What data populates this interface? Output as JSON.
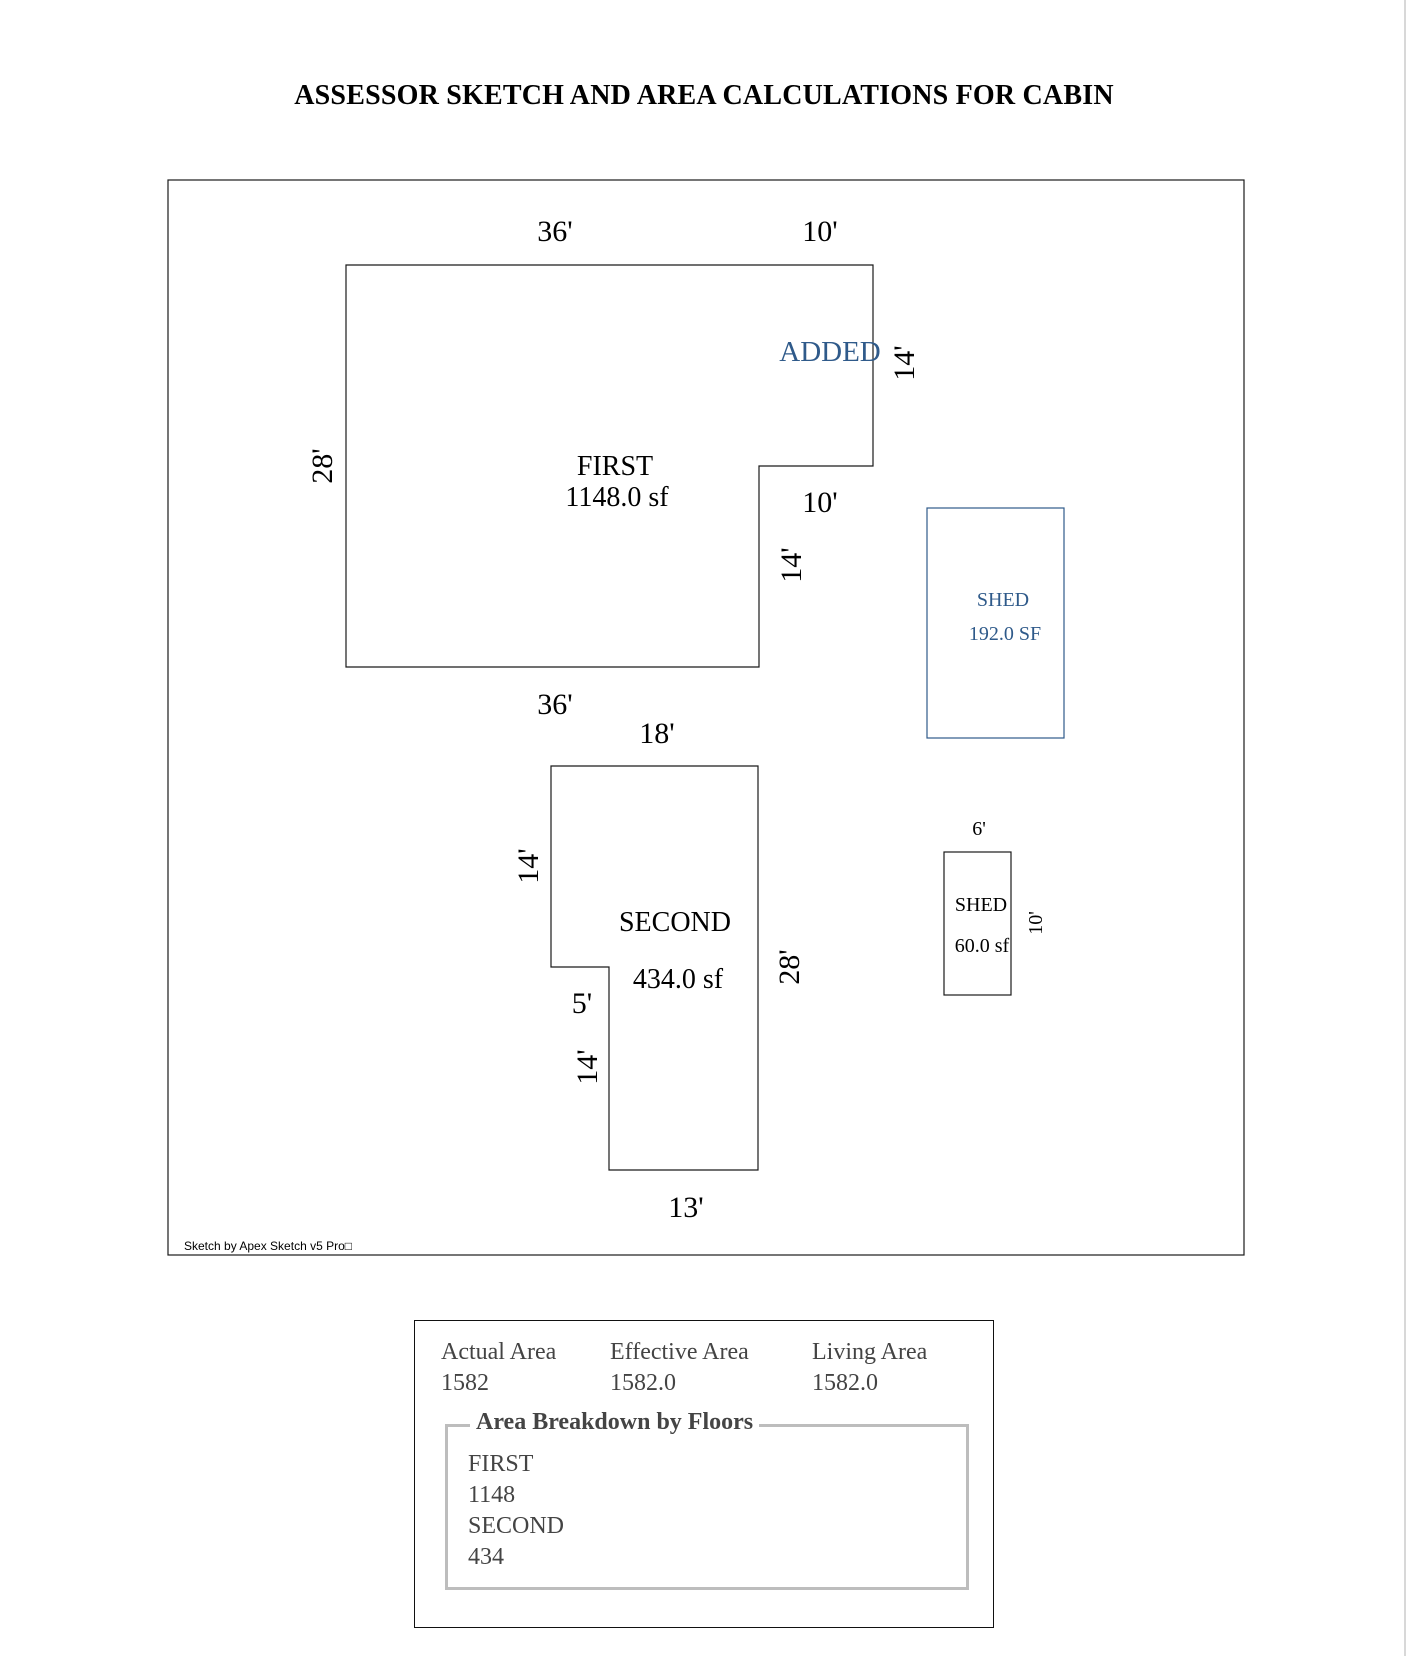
{
  "title": "ASSESSOR SKETCH AND AREA CALCULATIONS FOR CABIN",
  "credit": "Sketch by Apex Sketch v5 Pro□",
  "colors": {
    "outline": "#1a1a1a",
    "added": "#2f5a8a"
  },
  "first": {
    "name": "FIRST",
    "area": "1148.0 sf",
    "dims": {
      "top_a": "36'",
      "top_b": "10'",
      "left": "28'",
      "right": "14'",
      "step_h": "10'",
      "step_v": "14'",
      "bottom": "36'"
    },
    "added_label": "ADDED"
  },
  "second": {
    "name": "SECOND",
    "area": "434.0 sf",
    "dims": {
      "top": "18'",
      "left_upper": "14'",
      "notch": "5'",
      "left_lower": "14'",
      "right": "28'",
      "bottom": "13'"
    }
  },
  "shed_large": {
    "name": "SHED",
    "area": "192.0 SF"
  },
  "shed_small": {
    "name": "SHED",
    "area": "60.0 sf",
    "dims": {
      "top": "6'",
      "right": "10'"
    }
  },
  "summary": {
    "actual_label": "Actual Area",
    "actual_value": "1582",
    "effective_label": "Effective Area",
    "effective_value": "1582.0",
    "living_label": "Living Area",
    "living_value": "1582.0",
    "breakdown_title": "Area Breakdown by Floors",
    "floors": [
      {
        "name": "FIRST",
        "area": "1148"
      },
      {
        "name": "SECOND",
        "area": "434"
      }
    ]
  }
}
